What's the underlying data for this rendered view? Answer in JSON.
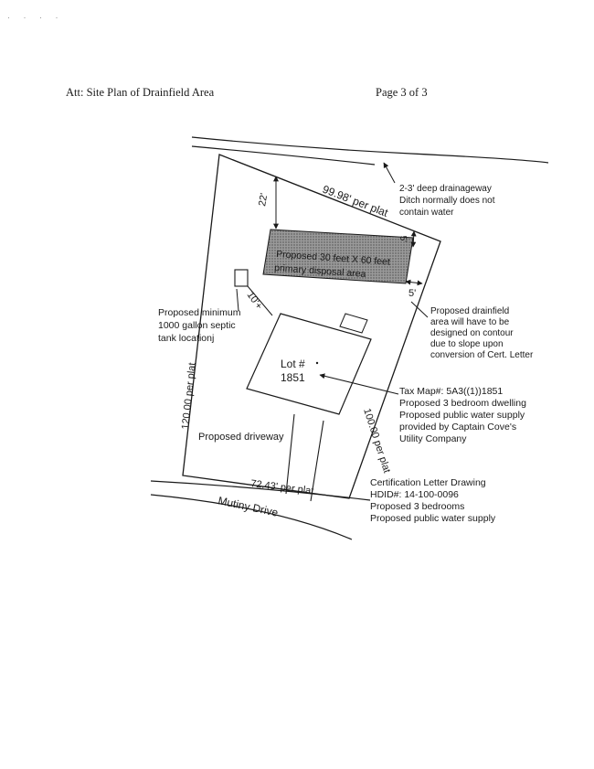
{
  "header": {
    "title": "Att: Site Plan of Drainfield Area",
    "page": "Page 3 of 3"
  },
  "plan": {
    "top_boundary": "99.98' per plat",
    "left_boundary": "120.00 per plat",
    "right_boundary": "100.00 per plat",
    "bottom_boundary": "72.43' per plat",
    "road_name": "Mutiny Drive",
    "setback_top": "22'",
    "setback_right": "5'",
    "setback_bottom": "5'",
    "tank_distance": "10'+",
    "drainfield_line1": "Proposed 30 feet X 60 feet",
    "drainfield_line2": "primary disposal area",
    "lot_line1": "Lot #",
    "lot_line2": "1851",
    "driveway_label": "Proposed driveway"
  },
  "notes": {
    "drainageway": [
      "2-3' deep drainageway",
      "Ditch normally does not",
      "contain water"
    ],
    "septic": [
      "Proposed minimum",
      "1000 gallon septic",
      "tank locationj"
    ],
    "contour": [
      "Proposed drainfield",
      "area will have to be",
      "designed on contour",
      "due to slope upon",
      "conversion of Cert. Letter"
    ],
    "taxmap": [
      "Tax Map#: 5A3((1))1851",
      "Proposed 3 bedroom dwelling",
      "Proposed public water supply",
      "provided by Captain Cove's",
      "Utility Company"
    ],
    "certification": [
      "Certification Letter Drawing",
      "HDID#: 14-100-0096",
      "Proposed 3 bedrooms",
      "Proposed public water supply"
    ]
  }
}
